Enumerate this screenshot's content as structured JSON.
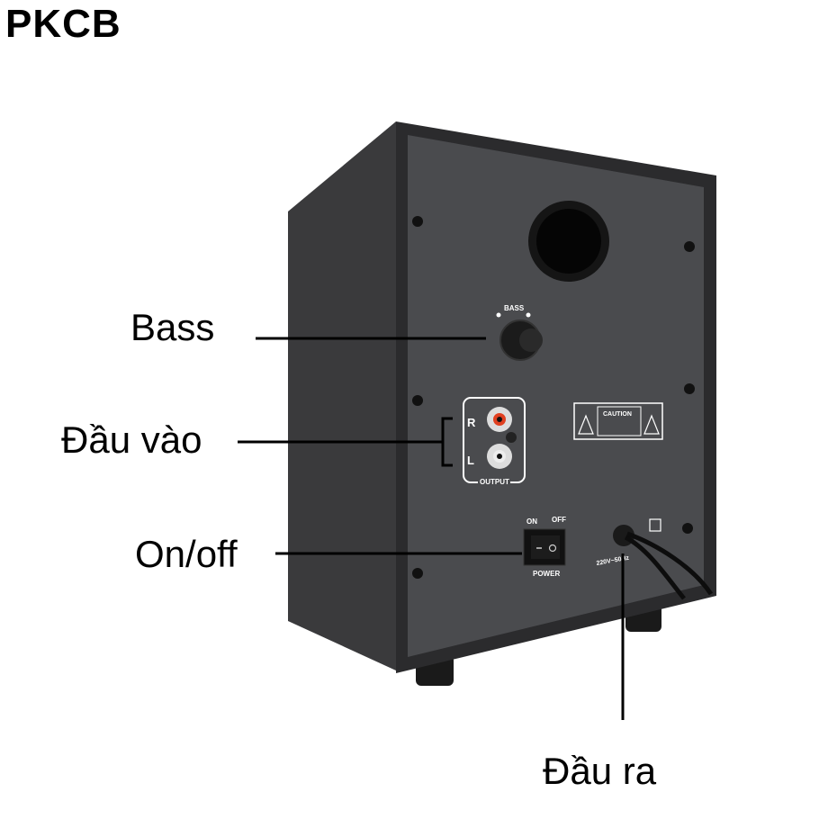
{
  "brand": "PKCB",
  "labels": {
    "bass": "Bass",
    "input": "Đầu vào",
    "onoff": "On/off",
    "output": "Đầu ra"
  },
  "panel": {
    "bass": "BASS",
    "r": "R",
    "l": "L",
    "output": "OUTPUT",
    "caution": "CAUTION",
    "on": "ON",
    "off": "OFF",
    "power": "POWER",
    "voltage": "220V~50Hz"
  }
}
